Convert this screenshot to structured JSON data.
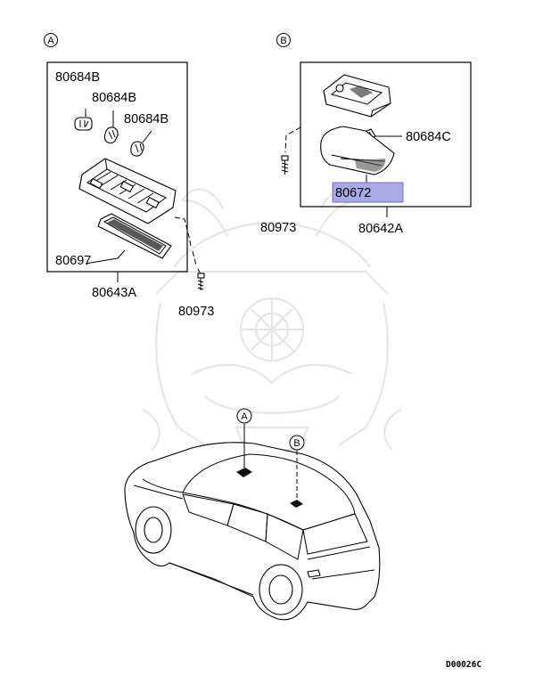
{
  "callouts": {
    "a": "A",
    "b": "B"
  },
  "group_a": {
    "bulb_labels": [
      "80684B",
      "80684B",
      "80684B"
    ],
    "lens_label": "80697",
    "assembly_label": "80643A",
    "screw_label": "80973"
  },
  "group_b": {
    "bulb_label": "80684C",
    "lens_label": "80672",
    "lens_highlight_color": "#a9a9e6",
    "assembly_label": "80642A",
    "screw_label": "80973"
  },
  "footer": {
    "drawing_code": "D00026C"
  }
}
